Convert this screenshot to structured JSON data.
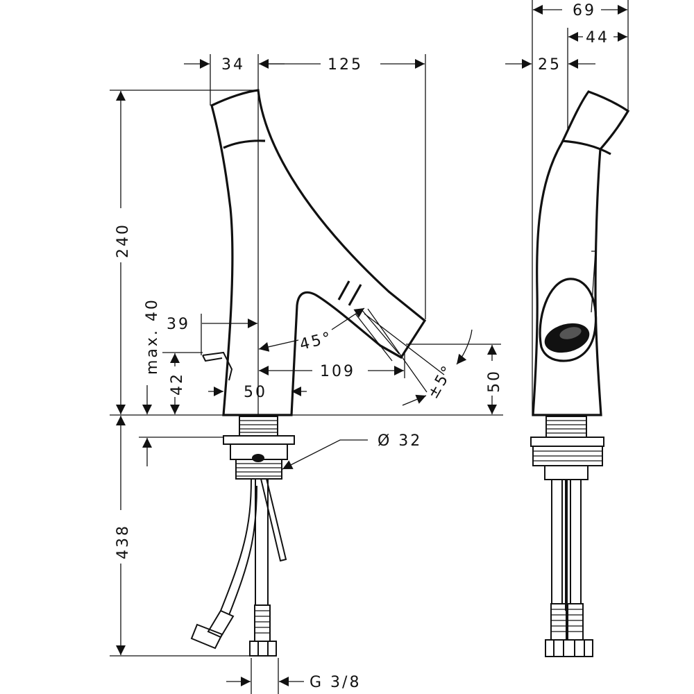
{
  "dimensions": {
    "front": {
      "d34": "34",
      "d125": "125",
      "d240": "240",
      "max40": "max. 40",
      "d39": "39",
      "d45": "45°",
      "d109": "109",
      "d42": "42",
      "d50_base": "50",
      "d50_height": "50",
      "pm5": "±5°",
      "d438": "438",
      "dia32": "Ø 32",
      "g38": "G 3/8"
    },
    "side": {
      "d69": "69",
      "d44": "44",
      "d25": "25"
    }
  }
}
